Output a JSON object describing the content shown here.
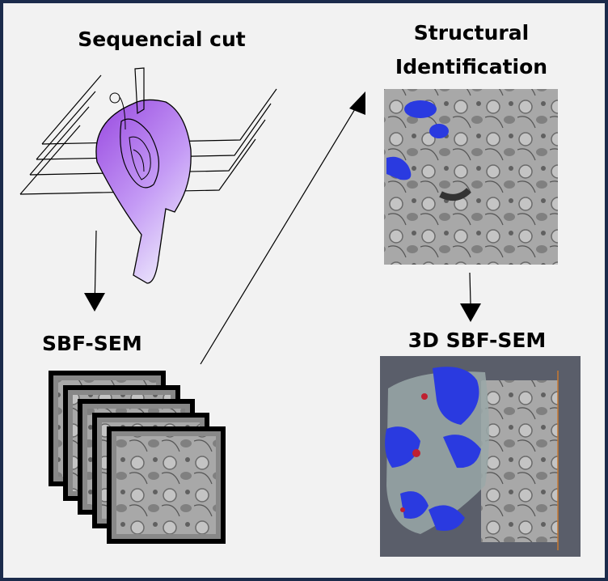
{
  "titles": {
    "sequential_cut": "Sequencial cut",
    "structural_line1": "Structural",
    "structural_line2": "Identification",
    "sbf_sem": "SBF-SEM",
    "sbf_sem_3d": "3D SBF-SEM"
  },
  "colors": {
    "border": "#1b2b4b",
    "background": "#f2f2f2",
    "organ_fill": "#a860e8",
    "highlight_blue": "#2a3ae0",
    "highlight_red": "#c02030"
  }
}
